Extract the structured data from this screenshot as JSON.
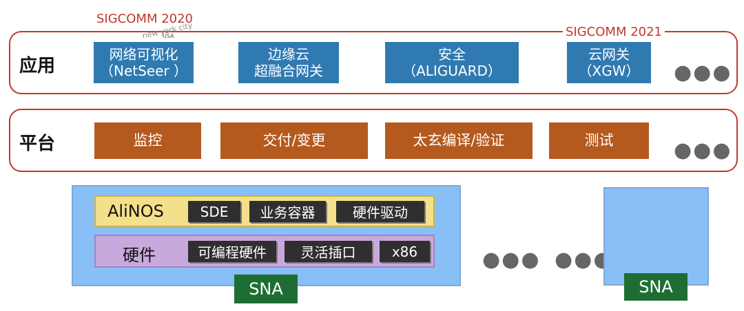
{
  "layers": {
    "app": {
      "label": "应用",
      "boxes": [
        {
          "line1": "网络可视化",
          "line2": "（NetSeer ）"
        },
        {
          "line1": "边缘云",
          "line2": "超融合网关"
        },
        {
          "line1": "安全",
          "line2": "（ALIGUARD）"
        },
        {
          "line1": "云网关",
          "line2": "（XGW）"
        }
      ],
      "more": "●●●"
    },
    "platform": {
      "label": "平台",
      "boxes": [
        "监控",
        "交付/变更",
        "太玄编译/验证",
        "测试"
      ],
      "more": "●●●"
    }
  },
  "badges": {
    "sigcomm_2020": "SIGCOMM 2020",
    "new_york_city": "new york city",
    "usa": "USA",
    "sigcomm_2021": "SIGCOMM 2021"
  },
  "sna": {
    "os_band": {
      "title": "AliNOS",
      "chips": [
        "SDE",
        "业务容器",
        "硬件驱动"
      ]
    },
    "hw_band": {
      "title": "硬件",
      "chips": [
        "可编程硬件",
        "灵活插口",
        "x86"
      ]
    },
    "label": "SNA",
    "label2": "SNA",
    "gap_dots_1": "●●●",
    "gap_dots_2": "●●●"
  },
  "colors": {
    "layer_border": "#c0392b",
    "app_box": "#2f7ab1",
    "platform_box": "#b45a1f",
    "sna_bg": "#89bff7",
    "sna_label": "#1e6e34",
    "os_band": "#f3e08a",
    "hw_band": "#c9a9dd",
    "chip": "#2f2f2f"
  }
}
